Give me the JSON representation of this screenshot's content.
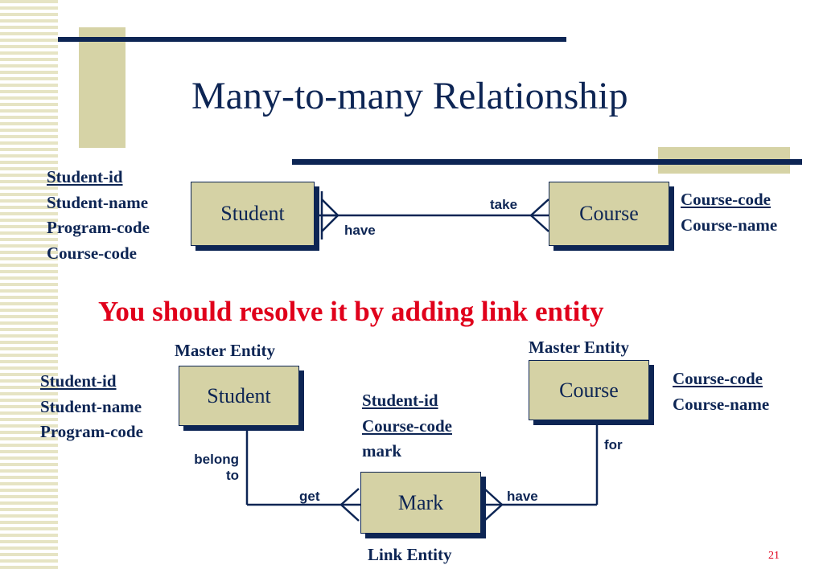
{
  "title": "Many-to-many Relationship",
  "top": {
    "student_attrs": {
      "key": "Student-id",
      "others": [
        "Student-name",
        "Program-code",
        "Course-code"
      ]
    },
    "student_label": "Student",
    "course_label": "Course",
    "course_attrs": {
      "key": "Course-code",
      "others": [
        "Course-name"
      ]
    },
    "rel_take": "take",
    "rel_have": "have"
  },
  "resolve_text": "You should resolve it by adding link entity",
  "bottom": {
    "student_role": "Master Entity",
    "course_role": "Master Entity",
    "student_label": "Student",
    "course_label": "Course",
    "mark_label": "Mark",
    "link_role": "Link Entity",
    "student_attrs": {
      "key": "Student-id",
      "others": [
        "Student-name",
        "Program-code"
      ]
    },
    "course_attrs": {
      "key": "Course-code",
      "others": [
        "Course-name"
      ]
    },
    "mark_attrs": {
      "keys": [
        "Student-id",
        "Course-code"
      ],
      "others": [
        "mark"
      ]
    },
    "rel_belong_to_line1": "belong",
    "rel_belong_to_line2": "to",
    "rel_get": "get",
    "rel_have": "have",
    "rel_for": "for"
  },
  "slide_number": "21",
  "colors": {
    "navy": "#0d2554",
    "entity_fill": "#d5d2a5",
    "accent_red": "#e0001b",
    "decor_tan": "#d6d3a6"
  }
}
